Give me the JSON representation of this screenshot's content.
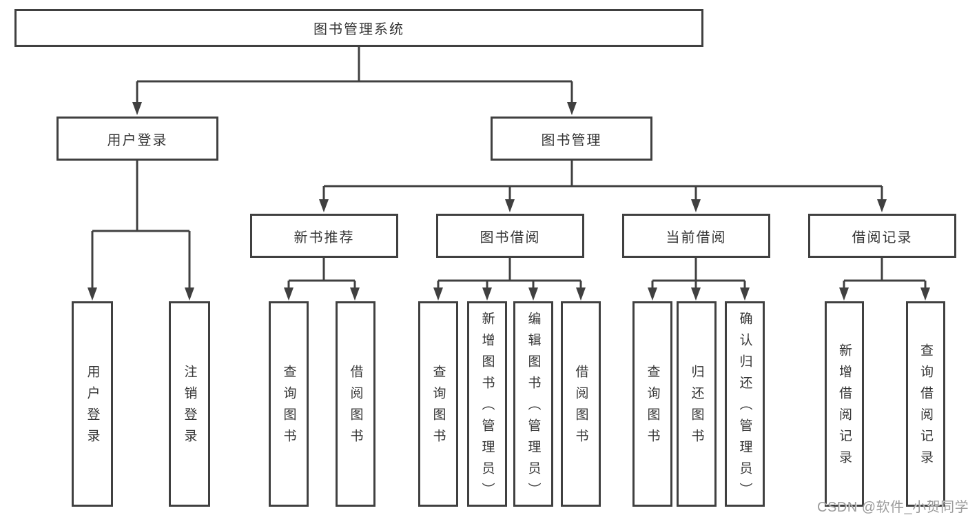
{
  "diagram_type": "hierarchy-tree",
  "colors": {
    "line": "#404040",
    "box_border": "#404040",
    "text": "#363636",
    "background": "#ffffff",
    "watermark": "#9c9c9c"
  },
  "tree": {
    "label": "图书管理系统",
    "children": [
      {
        "label": "用户登录",
        "children": [
          {
            "label": "用户登录"
          },
          {
            "label": "注销登录"
          }
        ]
      },
      {
        "label": "图书管理",
        "children": [
          {
            "label": "新书推荐",
            "children": [
              {
                "label": "查询图书"
              },
              {
                "label": "借阅图书"
              }
            ]
          },
          {
            "label": "图书借阅",
            "children": [
              {
                "label": "查询图书"
              },
              {
                "label": "新增图书（管理员）"
              },
              {
                "label": "编辑图书（管理员）"
              },
              {
                "label": "借阅图书"
              }
            ]
          },
          {
            "label": "当前借阅",
            "children": [
              {
                "label": "查询图书"
              },
              {
                "label": "归还图书"
              },
              {
                "label": "确认归还（管理员）"
              }
            ]
          },
          {
            "label": "借阅记录",
            "children": [
              {
                "label": "新增借阅记录"
              },
              {
                "label": "查询借阅记录"
              }
            ]
          }
        ]
      }
    ]
  },
  "watermark": "CSDN @软件_小贺同学"
}
